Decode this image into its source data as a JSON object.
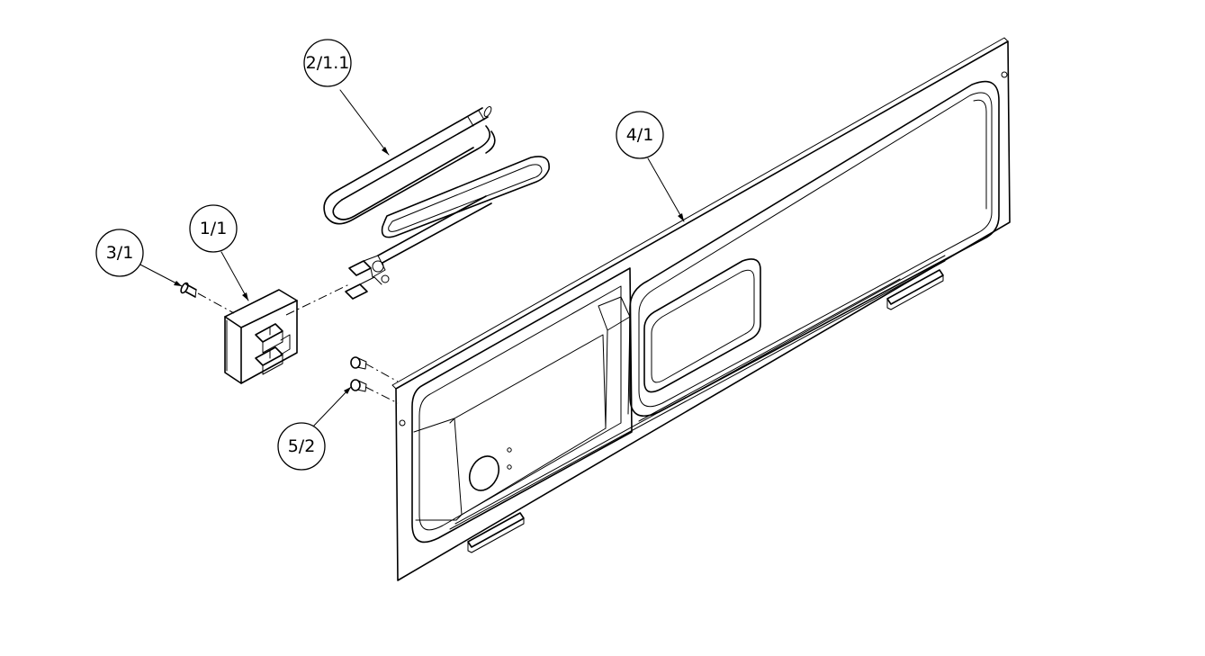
{
  "diagram": {
    "callouts": [
      {
        "id": "heater-element",
        "label": "2/1.1"
      },
      {
        "id": "door-panel",
        "label": "4/1"
      },
      {
        "id": "terminal-block",
        "label": "1/1"
      },
      {
        "id": "screw",
        "label": "3/1"
      },
      {
        "id": "rivets",
        "label": "5/2"
      }
    ]
  }
}
